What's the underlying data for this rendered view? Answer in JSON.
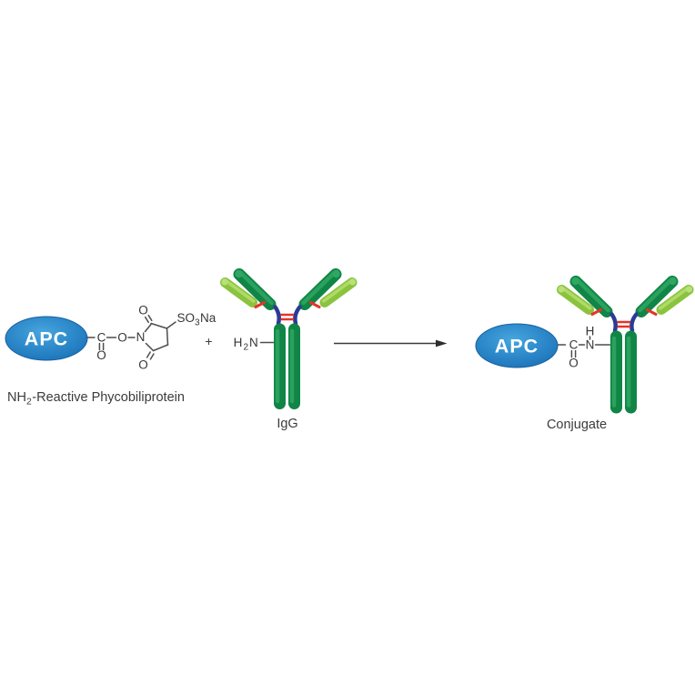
{
  "colors": {
    "apc_blue_light": "#3f9ed9",
    "apc_blue_dark": "#1b72b9",
    "apc_outline": "#15609f",
    "heavy_chain_green": "#108546",
    "heavy_chain_highlight": "#2fa763",
    "light_chain_green": "#8ac43e",
    "light_chain_highlight": "#b5dc6e",
    "hinge_navy": "#2c3a96",
    "disulfide_red": "#e63327",
    "bond_gray": "#4d4d4d",
    "text_dark": "#363636"
  },
  "left_reagent": {
    "apc_label": "APC",
    "atoms": {
      "carbonyl_c": "C",
      "carbonyl_o": "O",
      "ester_o": "O",
      "ring_n": "N",
      "ring_top_o": "O",
      "ring_bottom_o": "O"
    },
    "sulfo_group": {
      "so": "SO",
      "subscript": "3",
      "na": "Na"
    },
    "caption": {
      "pre": "NH",
      "subscript": "2",
      "post": "-Reactive Phycobiliprotein"
    }
  },
  "plus_sign": "+",
  "igg": {
    "amine": {
      "h": "H",
      "subscript": "2",
      "n": "N"
    },
    "caption": "IgG"
  },
  "conjugate": {
    "apc_label": "APC",
    "amide": {
      "c": "C",
      "o": "O",
      "n": "N",
      "h": "H"
    },
    "caption": "Conjugate"
  }
}
